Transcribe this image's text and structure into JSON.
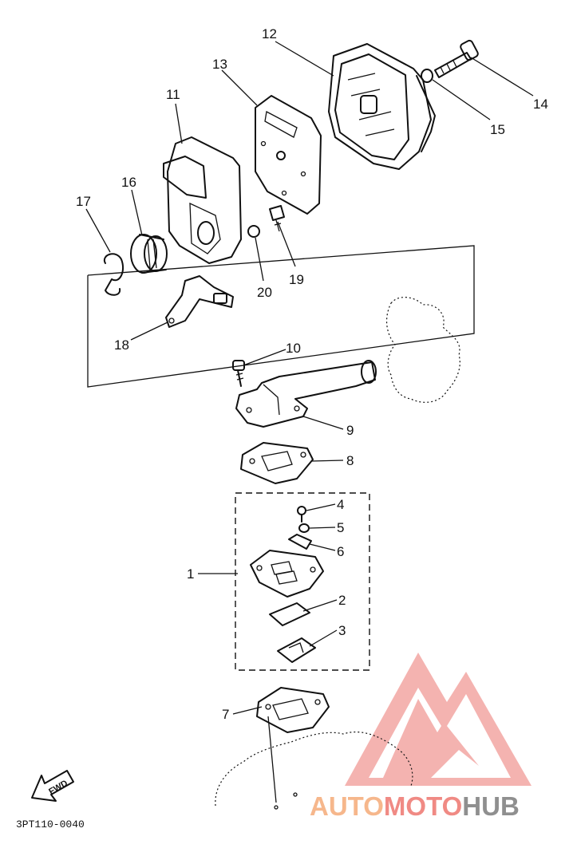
{
  "parts": {
    "p1": "1",
    "p2": "2",
    "p3": "3",
    "p4": "4",
    "p5": "5",
    "p6": "6",
    "p7": "7",
    "p8": "8",
    "p9": "9",
    "p10": "10",
    "p11": "11",
    "p12": "12",
    "p13": "13",
    "p14": "14",
    "p15": "15",
    "p16": "16",
    "p17": "17",
    "p18": "18",
    "p19": "19",
    "p20": "20"
  },
  "fwd_label": "FWD",
  "diagram_code": "3PT110-0040",
  "watermark": {
    "part1": "AUTO",
    "part2": "MOTO",
    "part3": "HUB",
    "colors": {
      "auto": "#f6b78c",
      "moto": "#f08a84",
      "hub": "#8f8f8f",
      "logo": "#f08a84"
    }
  }
}
